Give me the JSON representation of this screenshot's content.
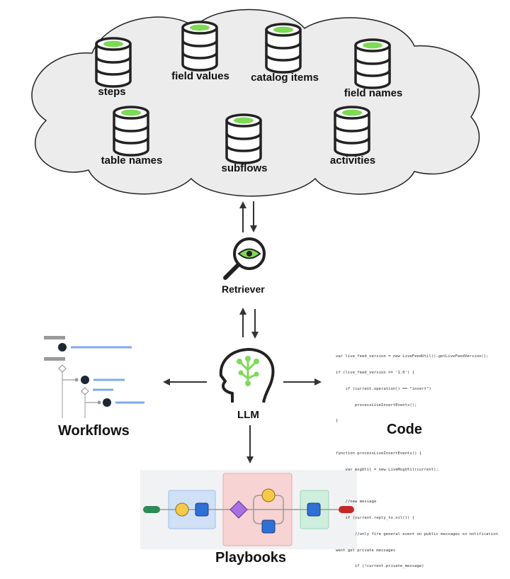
{
  "data_stores": [
    {
      "name": "steps"
    },
    {
      "name": "field values"
    },
    {
      "name": "catalog items"
    },
    {
      "name": "field names"
    },
    {
      "name": "table names"
    },
    {
      "name": "subflows"
    },
    {
      "name": "activities"
    }
  ],
  "retriever": {
    "label": "Retriever"
  },
  "llm": {
    "label": "LLM"
  },
  "workflows": {
    "label": "Workflows"
  },
  "code": {
    "label": "Code",
    "lines": [
      "var live_feed_version = new LiveFeedUtil().getLiveFeedVersion();",
      "if (live_feed_version == '1.0') {",
      "    if (current.operation() == \"insert\")",
      "        processLiveInsertEvents();",
      "}",
      "",
      "function processLiveInsertEvents() {",
      "    var msgUtil = new LiveMsgUtil(current);",
      "",
      "    //new message",
      "    if (current.reply_to.nil()) {",
      "        //only fire general event on public messages so notification",
      "went get private messages",
      "        if (!current.private_message)"
    ]
  },
  "playbooks": {
    "label": "Playbooks"
  },
  "colors": {
    "db_top": "#7ed957",
    "circle_node": "#f7c948",
    "square_node": "#2f6fd6",
    "diamond_node": "#a970e6",
    "start_pill": "#2e8b57",
    "end_pill": "#c62828",
    "stage_blue": "#cfe0f7",
    "stage_red": "#f7d3d3",
    "stage_green": "#cfeedd"
  }
}
